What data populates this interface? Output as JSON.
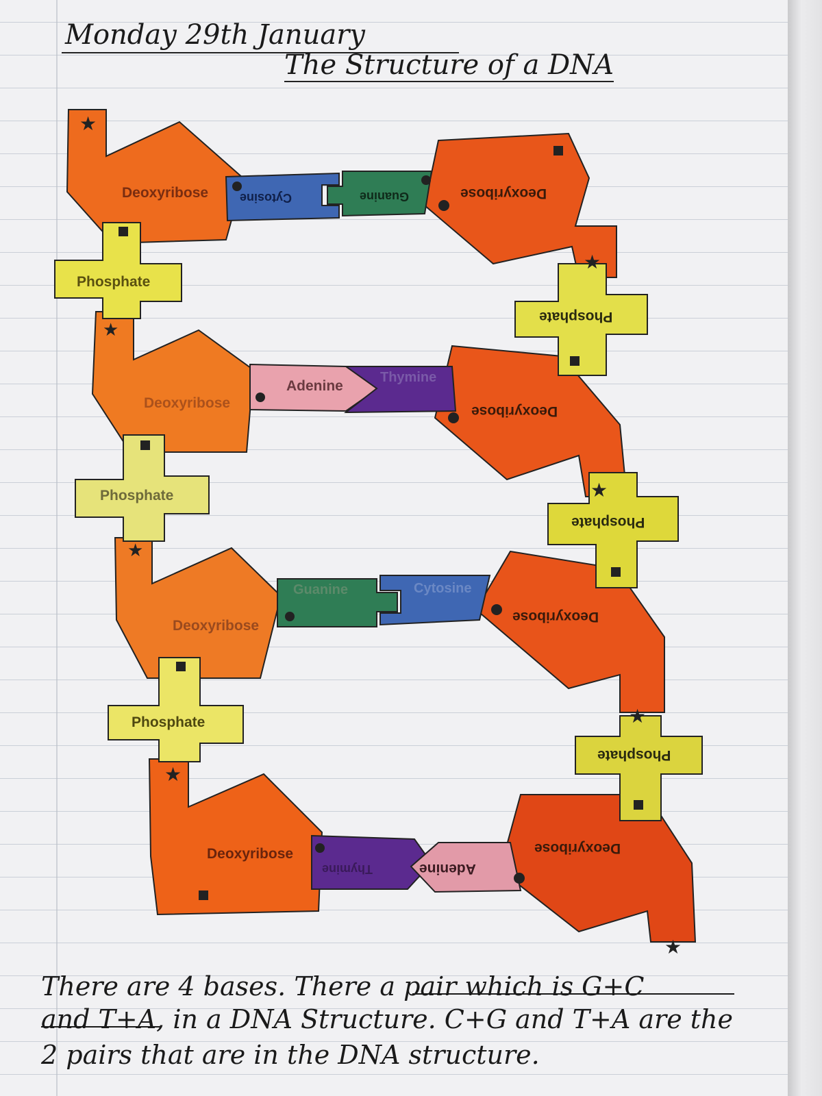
{
  "header": {
    "date": "Monday 29th January",
    "title": "The Structure of a DNA"
  },
  "labels": {
    "deoxyribose": "Deoxyribose",
    "phosphate": "Phosphate",
    "cytosine": "Cytosine",
    "guanine": "Guanine",
    "adenine": "Adenine",
    "thymine": "Thymine"
  },
  "notes": {
    "line1": "There are 4 bases. There a pair which is G+C",
    "line2": "and T+A, in a DNA Structure. C+G and T+A are the",
    "line3": "2 pairs that are in the DNA structure."
  },
  "colors": {
    "deoxyribose": "#ee6b1e",
    "deoxyribose_dark": "#d8480f",
    "phosphate": "#e8e24a",
    "cytosine": "#3f67b3",
    "guanine": "#2f7d55",
    "adenine": "#e9a2ad",
    "thymine": "#5b2a8f"
  }
}
